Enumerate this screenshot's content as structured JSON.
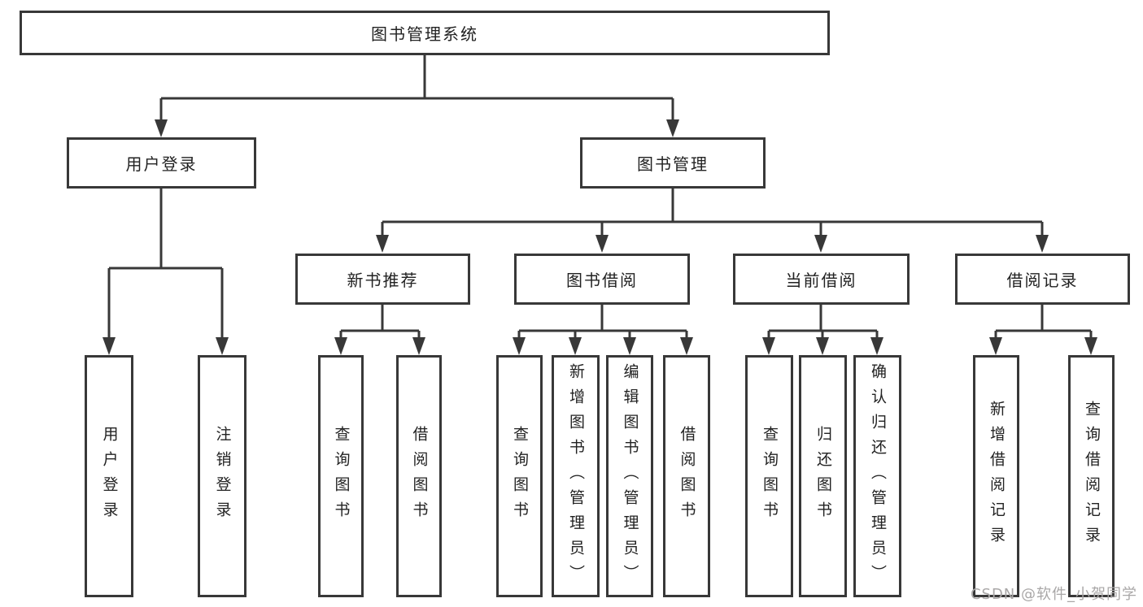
{
  "diagram": {
    "root": {
      "label": "图书管理系统"
    },
    "branches": [
      {
        "label": "用户登录",
        "children": [
          {
            "label": "用户登录"
          },
          {
            "label": "注销登录"
          }
        ]
      },
      {
        "label": "图书管理",
        "children": [
          {
            "label": "新书推荐",
            "children": [
              {
                "label": "查询图书"
              },
              {
                "label": "借阅图书"
              }
            ]
          },
          {
            "label": "图书借阅",
            "children": [
              {
                "label": "查询图书"
              },
              {
                "label": "新增图书（管理员）"
              },
              {
                "label": "编辑图书（管理员）"
              },
              {
                "label": "借阅图书"
              }
            ]
          },
          {
            "label": "当前借阅",
            "children": [
              {
                "label": "查询图书"
              },
              {
                "label": "归还图书"
              },
              {
                "label": "确认归还（管理员）"
              }
            ]
          },
          {
            "label": "借阅记录",
            "children": [
              {
                "label": "新增借阅记录"
              },
              {
                "label": "查询借阅记录"
              }
            ]
          }
        ]
      }
    ]
  },
  "watermark": {
    "text": "CSDN @软件_小贺同学"
  },
  "colors": {
    "line": "#383838",
    "box_border": "#383838",
    "box_fill": "#ffffff",
    "text": "#222222",
    "watermark": "#a9a7a7"
  }
}
